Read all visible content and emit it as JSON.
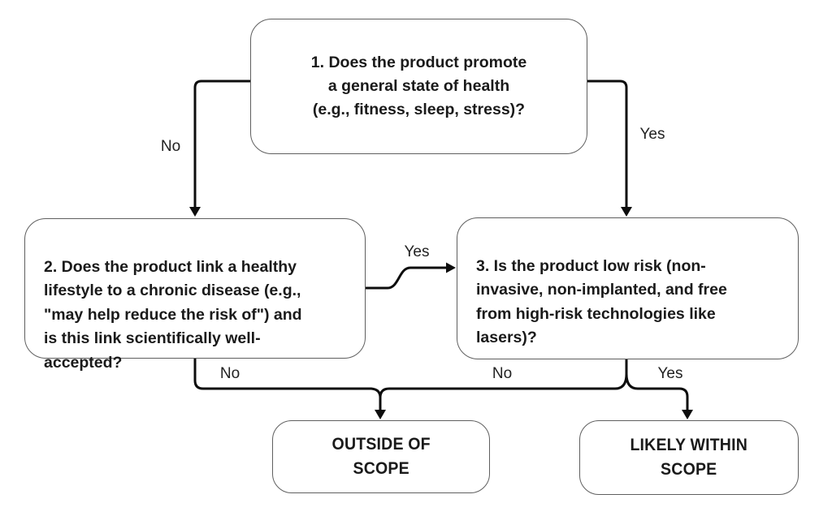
{
  "flowchart": {
    "nodes": {
      "q1": {
        "text": "1. Does the product promote\na general state of health\n(e.g., fitness, sleep, stress)?"
      },
      "q2": {
        "text": "2. Does the product link a healthy\nlifestyle to a chronic disease (e.g.,\n\"may help reduce the risk of\") and\nis this link scientifically well-\naccepted?"
      },
      "q3": {
        "text": "3. Is the product low risk (non-\ninvasive, non-implanted, and free\nfrom high-risk technologies like\nlasers)?"
      },
      "outside": {
        "text": "OUTSIDE OF\nSCOPE"
      },
      "within": {
        "text": "LIKELY WITHIN\nSCOPE"
      }
    },
    "edges": [
      {
        "from": "q1",
        "to": "q2",
        "label": "No"
      },
      {
        "from": "q1",
        "to": "q3",
        "label": "Yes"
      },
      {
        "from": "q2",
        "to": "q3",
        "label": "Yes"
      },
      {
        "from": "q2",
        "to": "outside",
        "label": "No"
      },
      {
        "from": "q3",
        "to": "outside",
        "label": "No"
      },
      {
        "from": "q3",
        "to": "within",
        "label": "Yes"
      }
    ],
    "colors": {
      "line": "#0d0d0d",
      "node_border": "#5f5f5f",
      "text": "#1a1a1a",
      "background": "#ffffff"
    }
  }
}
